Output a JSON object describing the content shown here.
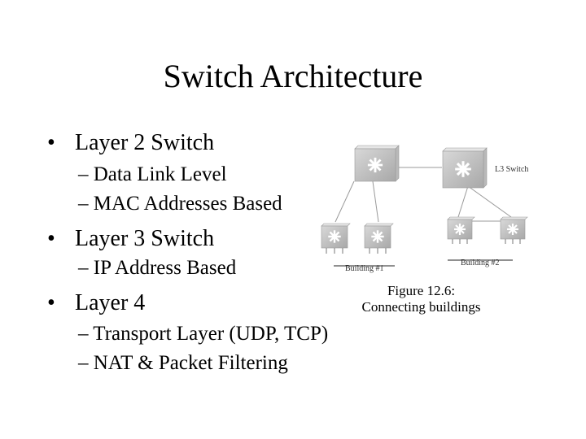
{
  "slide": {
    "title": "Switch Architecture",
    "bullets": [
      {
        "bullet": "•",
        "text": "Layer 2 Switch",
        "subs": [
          "– Data Link Level",
          "– MAC Addresses Based"
        ]
      },
      {
        "bullet": "•",
        "text": "Layer 3 Switch",
        "subs": [
          "– IP Address Based"
        ]
      },
      {
        "bullet": "•",
        "text": "Layer 4",
        "subs": [
          "– Transport Layer (UDP, TCP)",
          "– NAT & Packet Filtering"
        ]
      }
    ]
  },
  "figure": {
    "caption_line1": "Figure 12.6:",
    "caption_line2": "Connecting buildings",
    "labels": {
      "l3_switch": "L3 Switch",
      "building1": "Building #1",
      "building2": "Building #2"
    }
  }
}
